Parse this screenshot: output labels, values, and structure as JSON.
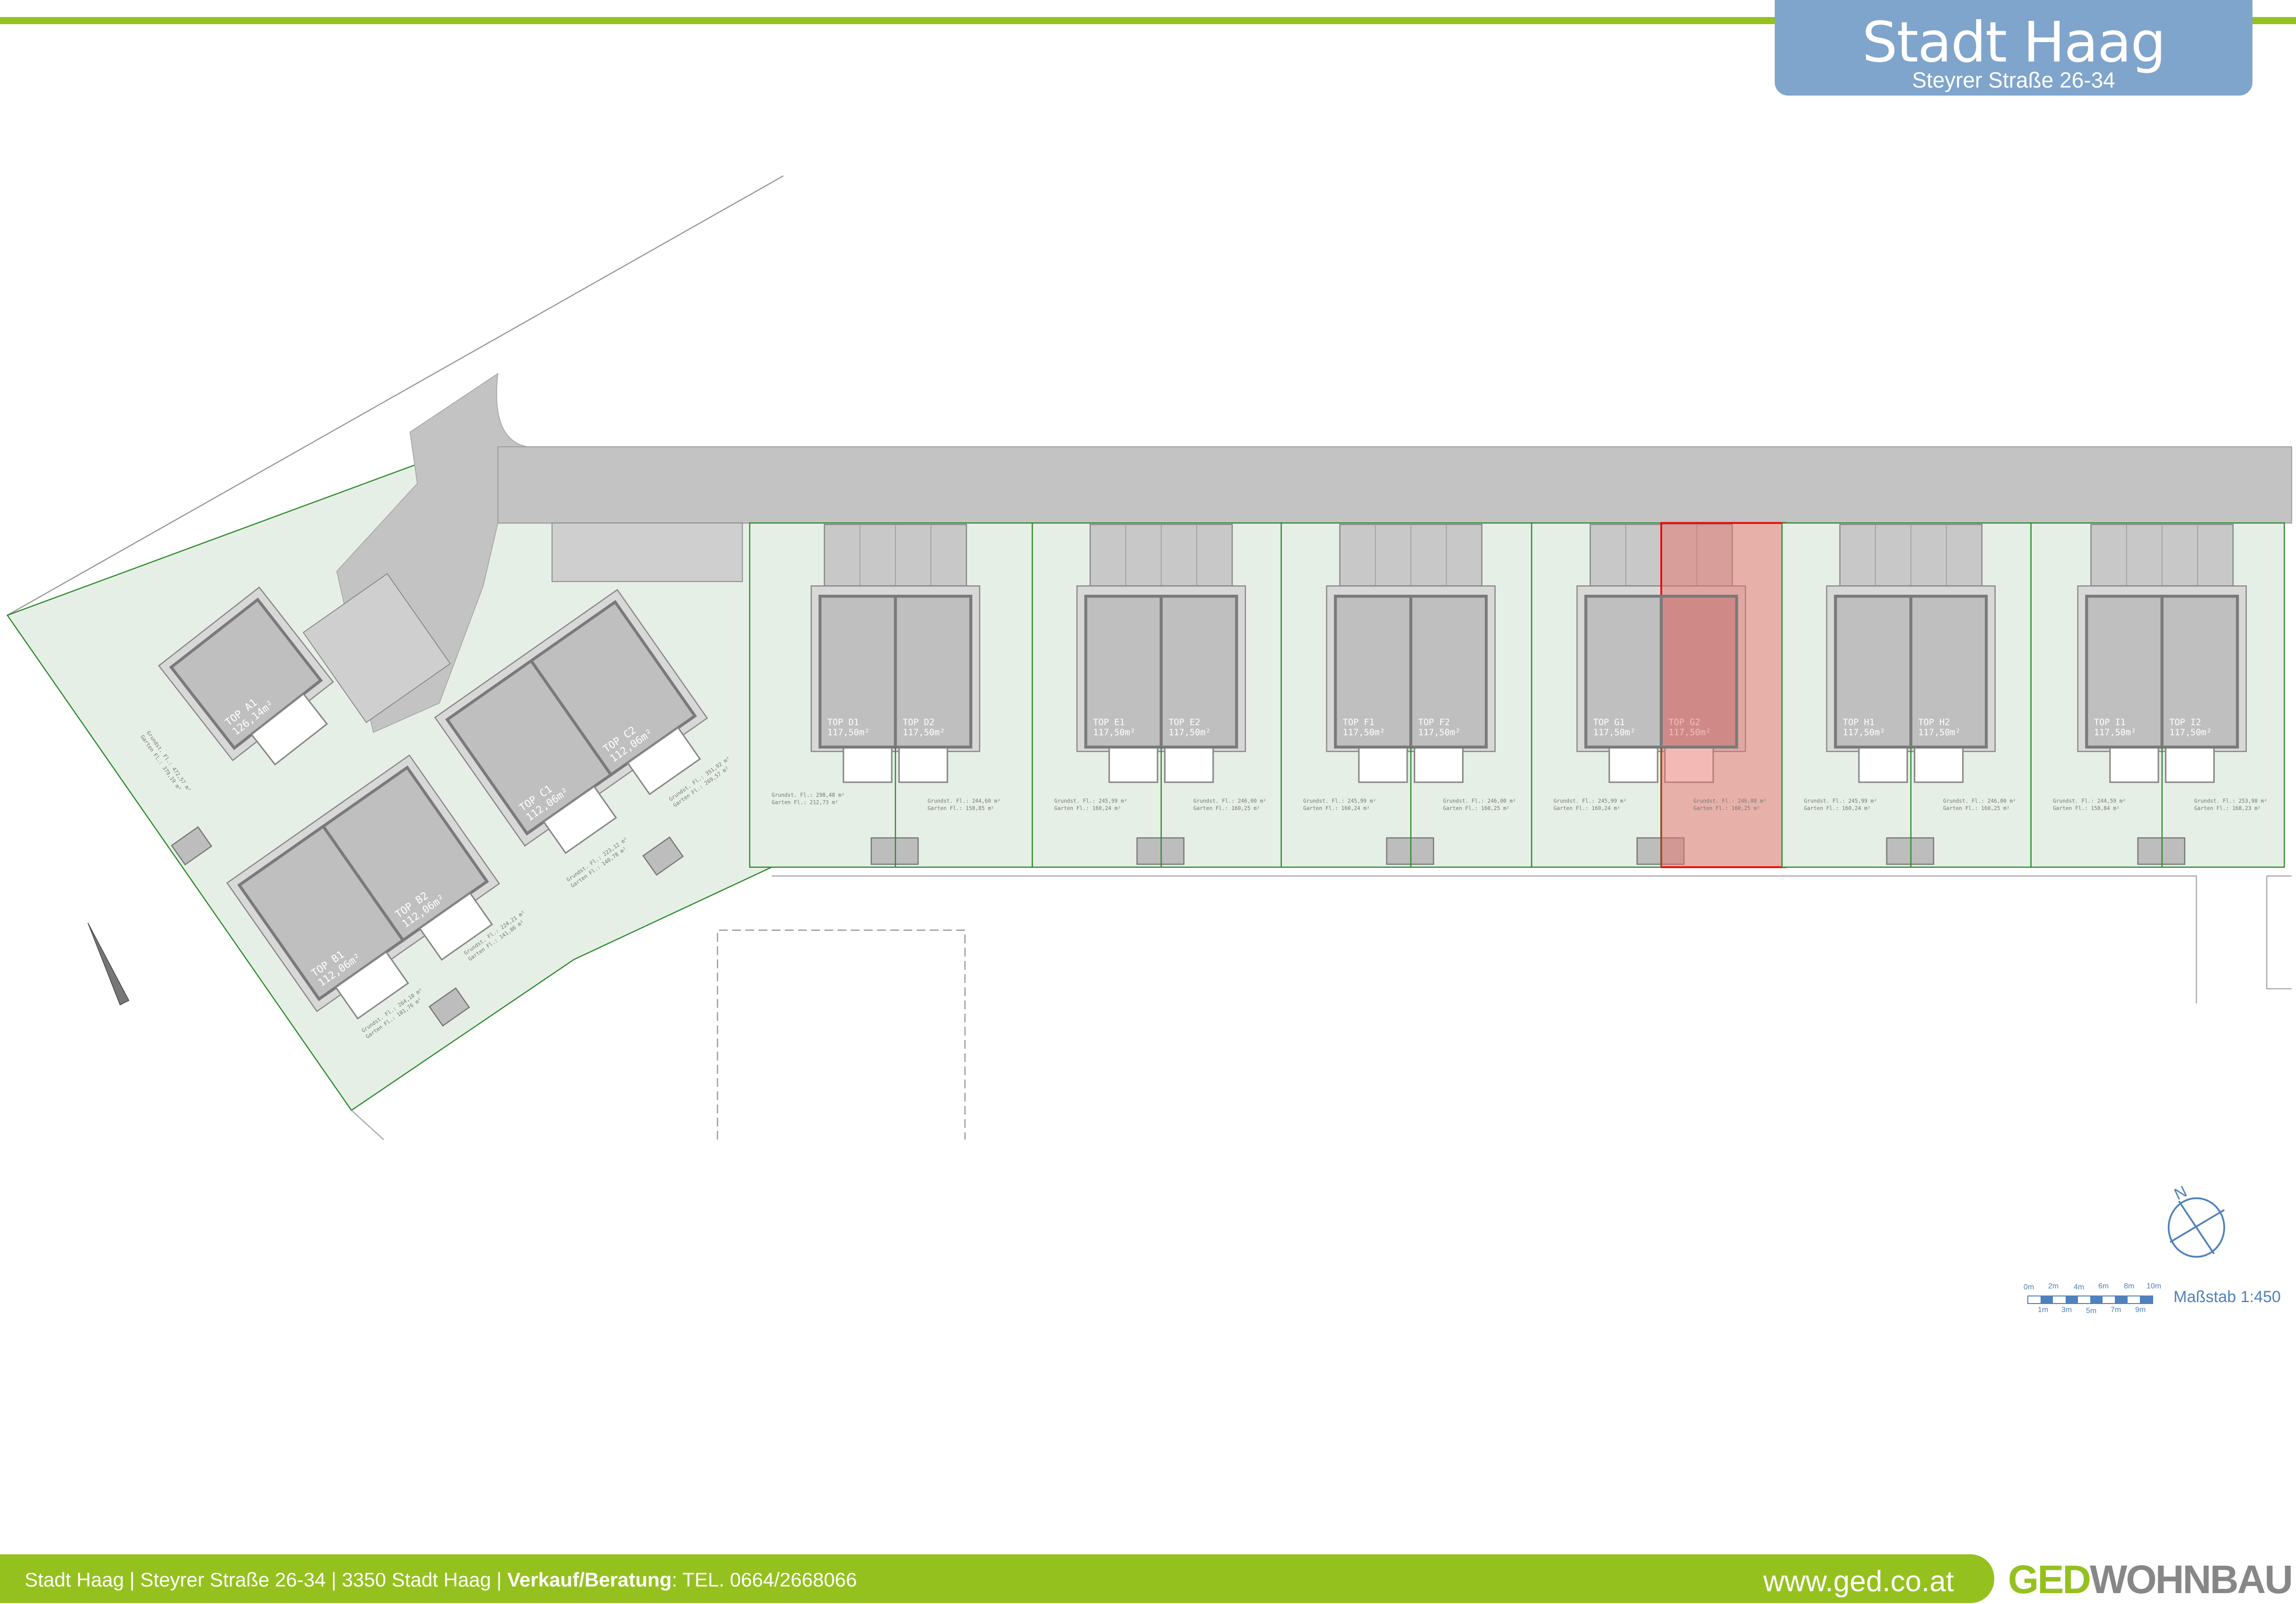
{
  "header": {
    "title": "Stadt Haag",
    "subtitle": "Steyrer Straße 26-34"
  },
  "footer": {
    "address": "Stadt Haag | Steyrer Straße 26-34 | 3350 Stadt Haag | ",
    "sales_label": "Verkauf/Beratung",
    "phone": ": TEL. 0664/2668066",
    "website": "www.ged.co.at",
    "logo_ged": "GED",
    "logo_wohnbau": "WOHNBAU"
  },
  "legend": {
    "scale_title": "Maßstab 1:450",
    "scale_top_labels": [
      "0m",
      "2m",
      "4m",
      "6m",
      "8m",
      "10m"
    ],
    "scale_bottom_labels": [
      "1m",
      "3m",
      "5m",
      "7m",
      "9m"
    ],
    "north_label": "N"
  },
  "labels": {
    "grundst": "Grundst. Fl.:",
    "garten": "Garten Fl.:",
    "unit_m2": "m²"
  },
  "colors": {
    "brand_green": "#95c11f",
    "title_blue": "#7fa5cd",
    "highlight_red": "#e8736b",
    "lawn": "#e6efe6"
  },
  "highlighted_unit": "TOP G2",
  "units": [
    {
      "name": "TOP A1",
      "area": "126,14m²",
      "grundst": "472,57 m²",
      "garten": "379,19 m²"
    },
    {
      "name": "TOP B1",
      "area": "112,06m²",
      "grundst": "264,10 m²",
      "garten": "181,76 m²"
    },
    {
      "name": "TOP B2",
      "area": "112,06m²",
      "grundst": "224,21 m²",
      "garten": "141,86 m²"
    },
    {
      "name": "TOP C1",
      "area": "112,06m²",
      "grundst": "223,12 m²",
      "garten": "140,78 m²"
    },
    {
      "name": "TOP C2",
      "area": "112,06m²",
      "grundst": "351,92 m²",
      "garten": "269,57 m²"
    },
    {
      "name": "TOP D1",
      "area": "117,50m²",
      "grundst": "298,48 m²",
      "garten": "212,73 m²"
    },
    {
      "name": "TOP D2",
      "area": "117,50m²",
      "grundst": "244,60 m²",
      "garten": "158,85 m²"
    },
    {
      "name": "TOP E1",
      "area": "117,50m²",
      "grundst": "245,99 m²",
      "garten": "160,24 m²"
    },
    {
      "name": "TOP E2",
      "area": "117,50m²",
      "grundst": "246,00 m²",
      "garten": "160,25 m²"
    },
    {
      "name": "TOP F1",
      "area": "117,50m²",
      "grundst": "245,99 m²",
      "garten": "160,24 m²"
    },
    {
      "name": "TOP F2",
      "area": "117,50m²",
      "grundst": "246,00 m²",
      "garten": "160,25 m²"
    },
    {
      "name": "TOP G1",
      "area": "117,50m²",
      "grundst": "245,99 m²",
      "garten": "160,24 m²"
    },
    {
      "name": "TOP G2",
      "area": "117,50m²",
      "grundst": "246,00 m²",
      "garten": "160,25 m²"
    },
    {
      "name": "TOP H1",
      "area": "117,50m²",
      "grundst": "245,99 m²",
      "garten": "160,24 m²"
    },
    {
      "name": "TOP H2",
      "area": "117,50m²",
      "grundst": "246,00 m²",
      "garten": "160,25 m²"
    },
    {
      "name": "TOP I1",
      "area": "117,50m²",
      "grundst": "244,59 m²",
      "garten": "158,84 m²"
    },
    {
      "name": "TOP I2",
      "area": "117,50m²",
      "grundst": "253,98 m²",
      "garten": "168,23 m²"
    }
  ]
}
